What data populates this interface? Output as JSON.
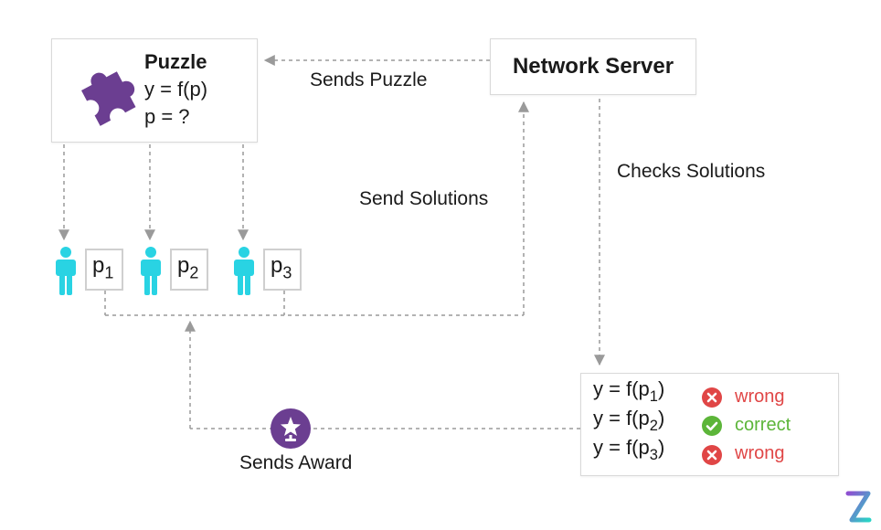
{
  "puzzle": {
    "title": "Puzzle",
    "line1": "y = f(p)",
    "line2": "p = ?"
  },
  "server": {
    "title": "Network Server"
  },
  "labels": {
    "sends_puzzle": "Sends Puzzle",
    "send_solutions": "Send Solutions",
    "checks_solutions": "Checks Solutions",
    "sends_award": "Sends Award"
  },
  "participants": [
    {
      "var": "p",
      "sub": "1"
    },
    {
      "var": "p",
      "sub": "2"
    },
    {
      "var": "p",
      "sub": "3"
    }
  ],
  "results": [
    {
      "eq_prefix": "y = f(p",
      "sub": "1",
      "eq_suffix": ")",
      "status": "wrong"
    },
    {
      "eq_prefix": "y = f(p",
      "sub": "2",
      "eq_suffix": ")",
      "status": "correct"
    },
    {
      "eq_prefix": "y = f(p",
      "sub": "3",
      "eq_suffix": ")",
      "status": "wrong"
    }
  ],
  "colors": {
    "puzzle_purple": "#6b3e91",
    "person_cyan": "#29d3e3",
    "wrong_red": "#e04646",
    "correct_green": "#5cb539",
    "arrow_gray": "#9a9a9a",
    "logo_teal": "#2ad3c6",
    "logo_purple": "#8e4fd1"
  },
  "icons": {
    "puzzle": "puzzle-piece-icon",
    "person": "person-icon",
    "wrong": "x-circle-icon",
    "correct": "check-circle-icon",
    "award": "star-award-icon",
    "logo": "z-logo-icon"
  }
}
